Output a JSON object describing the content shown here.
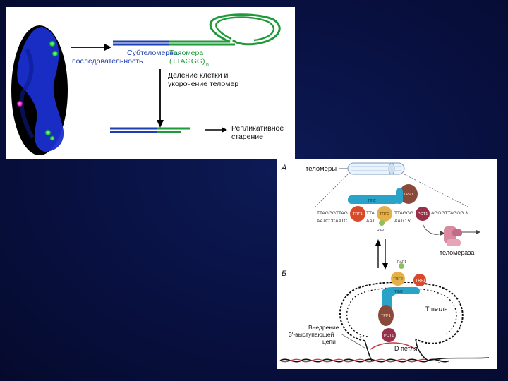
{
  "top_figure": {
    "subtelomeric_label_line1": "Субтеломерная",
    "subtelomeric_label_line2": "последовательность",
    "telomere_label_line1": "Теломера",
    "telomere_label_line2": "(TTAGGG)",
    "telomere_subscript": "n",
    "division_label_line1": "Деление клетки и",
    "division_label_line2": "укорочение теломер",
    "senescence_label_line1": "Репликативное",
    "senescence_label_line2": "старение"
  },
  "bottom_figure": {
    "panel_a_letter": "А",
    "panel_b_letter": "Б",
    "telomeres_label": "теломеры",
    "seq_top": "TTAGGGTTAG",
    "seq_top_mid": "TTA",
    "seq_top_right": "TTAGGG",
    "seq_top_end": "AGGGTTAGGG 3'",
    "seq_bottom": "AATCCCAATC",
    "seq_bottom_mid": "AAT",
    "seq_bottom_right": "AATC 5'",
    "telomerase_label": "теломераза",
    "t_loop_label": "Т петля",
    "d_loop_label": "D петля",
    "invasion_line1": "Внедрение",
    "invasion_line2": "3'-выступающей",
    "invasion_line3": "цепи",
    "protein_trf1": "TRF1",
    "protein_trf2": "TRF2",
    "protein_tin2": "TIN2",
    "protein_tpp1": "TPP1",
    "protein_pot1": "POT1",
    "protein_rap1": "RAP1",
    "end_3": "3'",
    "end_5": "5'"
  },
  "colors": {
    "blue_strand": "#1e3fb0",
    "green_strand": "#1f9a3a",
    "trf1": "#d9a24a",
    "trf2": "#e4b04a",
    "tin2": "#2aa3c8",
    "tpp1": "#8a4a3a",
    "pot1": "#9a2f4a",
    "rap1": "#8fbf5a",
    "telomerase": "#d98aa0"
  }
}
